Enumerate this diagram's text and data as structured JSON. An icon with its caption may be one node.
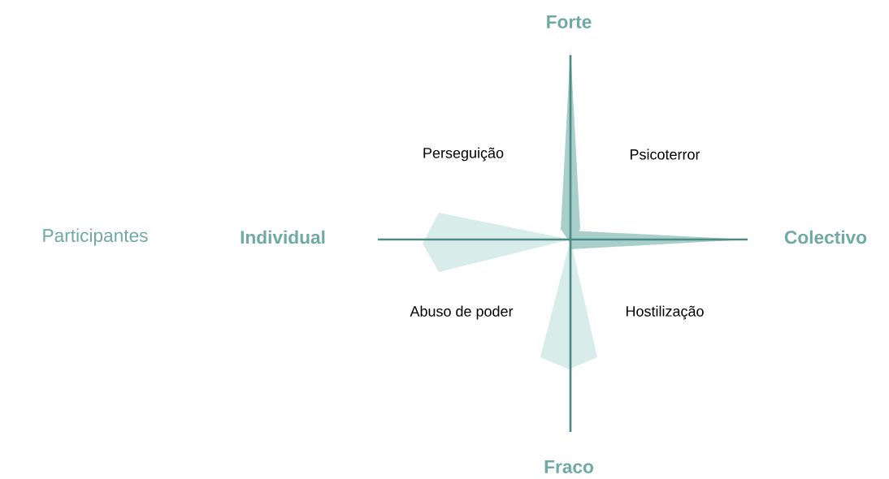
{
  "diagram": {
    "labels": [
      "Forte",
      "Perseguição",
      "Psicoterror",
      "Participantes",
      "Individual",
      "Colectivo",
      "Abuso de poder",
      "Hostilização",
      "Fraco"
    ]
  }
}
